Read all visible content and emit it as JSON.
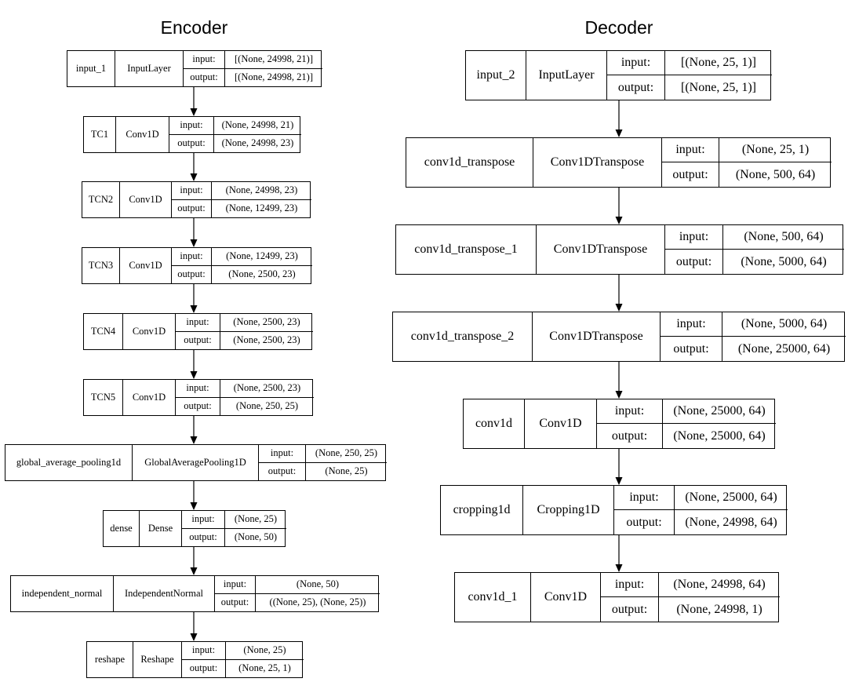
{
  "encoder": {
    "title": "Encoder",
    "layers": [
      {
        "name": "input_1",
        "type": "InputLayer",
        "input_label": "input:",
        "input_shape": "[(None, 24998, 21)]",
        "output_label": "output:",
        "output_shape": "[(None, 24998, 21)]"
      },
      {
        "name": "TC1",
        "type": "Conv1D",
        "input_label": "input:",
        "input_shape": "(None, 24998, 21)",
        "output_label": "output:",
        "output_shape": "(None, 24998, 23)"
      },
      {
        "name": "TCN2",
        "type": "Conv1D",
        "input_label": "input:",
        "input_shape": "(None, 24998, 23)",
        "output_label": "output:",
        "output_shape": "(None, 12499, 23)"
      },
      {
        "name": "TCN3",
        "type": "Conv1D",
        "input_label": "input:",
        "input_shape": "(None, 12499, 23)",
        "output_label": "output:",
        "output_shape": "(None, 2500, 23)"
      },
      {
        "name": "TCN4",
        "type": "Conv1D",
        "input_label": "input:",
        "input_shape": "(None, 2500, 23)",
        "output_label": "output:",
        "output_shape": "(None, 2500, 23)"
      },
      {
        "name": "TCN5",
        "type": "Conv1D",
        "input_label": "input:",
        "input_shape": "(None, 2500, 23)",
        "output_label": "output:",
        "output_shape": "(None, 250, 25)"
      },
      {
        "name": "global_average_pooling1d",
        "type": "GlobalAveragePooling1D",
        "input_label": "input:",
        "input_shape": "(None, 250, 25)",
        "output_label": "output:",
        "output_shape": "(None, 25)"
      },
      {
        "name": "dense",
        "type": "Dense",
        "input_label": "input:",
        "input_shape": "(None, 25)",
        "output_label": "output:",
        "output_shape": "(None, 50)"
      },
      {
        "name": "independent_normal",
        "type": "IndependentNormal",
        "input_label": "input:",
        "input_shape": "(None, 50)",
        "output_label": "output:",
        "output_shape": "((None, 25), (None, 25))"
      },
      {
        "name": "reshape",
        "type": "Reshape",
        "input_label": "input:",
        "input_shape": "(None, 25)",
        "output_label": "output:",
        "output_shape": "(None, 25, 1)"
      }
    ]
  },
  "decoder": {
    "title": "Decoder",
    "layers": [
      {
        "name": "input_2",
        "type": "InputLayer",
        "input_label": "input:",
        "input_shape": "[(None, 25, 1)]",
        "output_label": "output:",
        "output_shape": "[(None, 25, 1)]"
      },
      {
        "name": "conv1d_transpose",
        "type": "Conv1DTranspose",
        "input_label": "input:",
        "input_shape": "(None, 25, 1)",
        "output_label": "output:",
        "output_shape": "(None, 500, 64)"
      },
      {
        "name": "conv1d_transpose_1",
        "type": "Conv1DTranspose",
        "input_label": "input:",
        "input_shape": "(None, 500, 64)",
        "output_label": "output:",
        "output_shape": "(None, 5000, 64)"
      },
      {
        "name": "conv1d_transpose_2",
        "type": "Conv1DTranspose",
        "input_label": "input:",
        "input_shape": "(None, 5000, 64)",
        "output_label": "output:",
        "output_shape": "(None, 25000, 64)"
      },
      {
        "name": "conv1d",
        "type": "Conv1D",
        "input_label": "input:",
        "input_shape": "(None, 25000, 64)",
        "output_label": "output:",
        "output_shape": "(None, 25000, 64)"
      },
      {
        "name": "cropping1d",
        "type": "Cropping1D",
        "input_label": "input:",
        "input_shape": "(None, 25000, 64)",
        "output_label": "output:",
        "output_shape": "(None, 24998, 64)"
      },
      {
        "name": "conv1d_1",
        "type": "Conv1D",
        "input_label": "input:",
        "input_shape": "(None, 24998, 64)",
        "output_label": "output:",
        "output_shape": "(None, 24998, 1)"
      }
    ]
  }
}
